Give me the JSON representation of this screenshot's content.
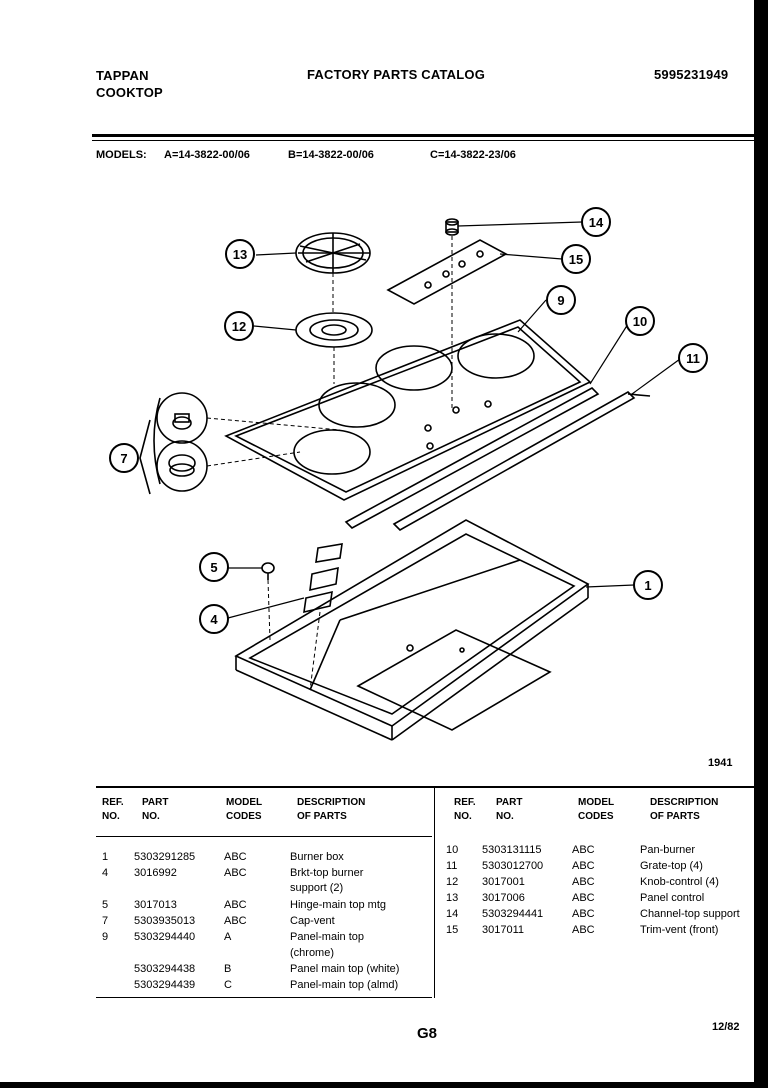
{
  "header": {
    "brand": "TAPPAN",
    "product": "COOKTOP",
    "catalog_title": "FACTORY PARTS CATALOG",
    "catalog_number": "5995231949"
  },
  "models": {
    "label": "MODELS:",
    "a": "A=14-3822-00/06",
    "b": "B=14-3822-00/06",
    "c": "C=14-3822-23/06"
  },
  "diagram": {
    "callouts": [
      "1",
      "4",
      "5",
      "7",
      "9",
      "10",
      "11",
      "12",
      "13",
      "14",
      "15"
    ],
    "figure_number": "1941"
  },
  "table": {
    "headers": {
      "ref": [
        "REF.",
        "NO."
      ],
      "part": [
        "PART",
        "NO."
      ],
      "model": [
        "MODEL",
        "CODES"
      ],
      "desc": [
        "DESCRIPTION",
        "OF PARTS"
      ]
    },
    "left_rows": [
      {
        "ref": "1",
        "part": "5303291285",
        "codes": "ABC",
        "desc": "Burner box"
      },
      {
        "ref": "4",
        "part": "3016992",
        "codes": "ABC",
        "desc": "Brkt-top burner"
      },
      {
        "ref": "",
        "part": "",
        "codes": "",
        "desc": "support (2)"
      },
      {
        "ref": "5",
        "part": "3017013",
        "codes": "ABC",
        "desc": "Hinge-main top mtg"
      },
      {
        "ref": "7",
        "part": "5303935013",
        "codes": "ABC",
        "desc": "Cap-vent"
      },
      {
        "ref": "9",
        "part": "5303294440",
        "codes": "A",
        "desc": "Panel-main top"
      },
      {
        "ref": "",
        "part": "",
        "codes": "",
        "desc": "(chrome)"
      },
      {
        "ref": "",
        "part": "5303294438",
        "codes": "B",
        "desc": "Panel main top (white)"
      },
      {
        "ref": "",
        "part": "5303294439",
        "codes": "C",
        "desc": "Panel-main top (almd)"
      }
    ],
    "right_rows": [
      {
        "ref": "10",
        "part": "5303131115",
        "codes": "ABC",
        "desc": "Pan-burner"
      },
      {
        "ref": "11",
        "part": "5303012700",
        "codes": "ABC",
        "desc": "Grate-top (4)"
      },
      {
        "ref": "12",
        "part": "3017001",
        "codes": "ABC",
        "desc": "Knob-control (4)"
      },
      {
        "ref": "13",
        "part": "3017006",
        "codes": "ABC",
        "desc": "Panel control"
      },
      {
        "ref": "14",
        "part": "5303294441",
        "codes": "ABC",
        "desc": "Channel-top support"
      },
      {
        "ref": "15",
        "part": "3017011",
        "codes": "ABC",
        "desc": "Trim-vent (front)"
      }
    ]
  },
  "footer": {
    "page": "G8",
    "date": "12/82"
  }
}
